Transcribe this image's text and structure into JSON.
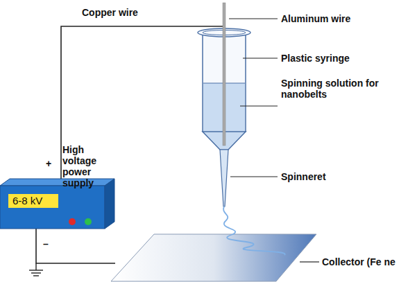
{
  "diagram": {
    "nodes": [
      {
        "text": [
          "High voltage power supply",
          "6-8 kV"
        ]
      }
    ],
    "labels": [
      "Copper wire",
      "Aluminum wire",
      "Plastic syringe",
      "Spinning solution for nanobelts",
      "Spinneret",
      "+",
      "–",
      "Collector (Fe ne"
    ]
  }
}
